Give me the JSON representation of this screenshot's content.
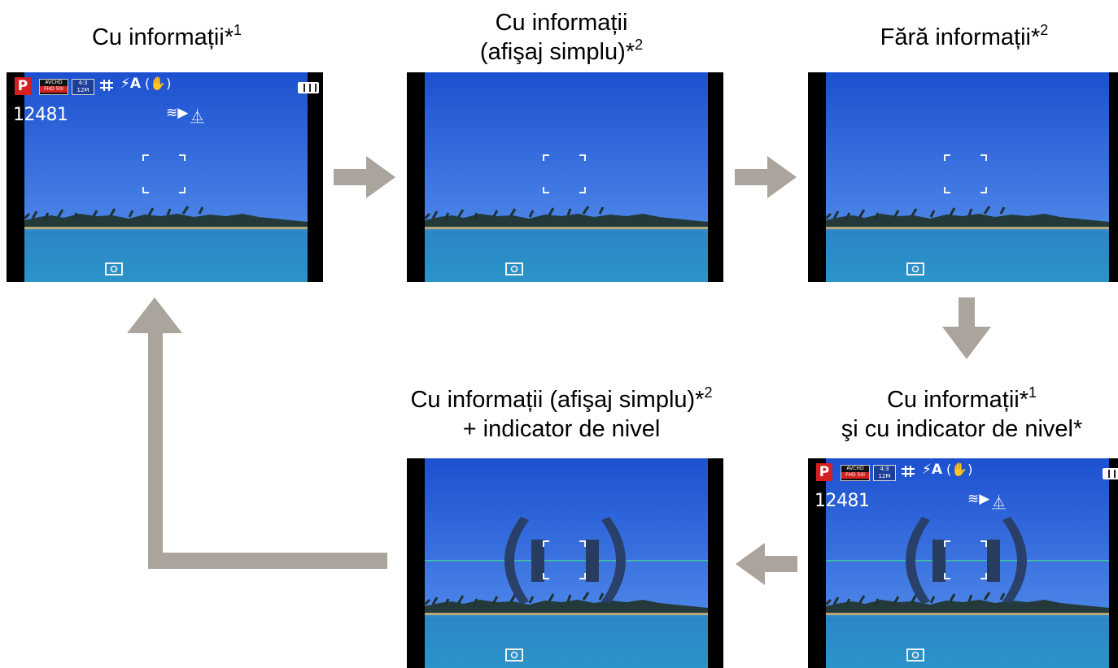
{
  "captions": {
    "c1": {
      "text": "Cu informații*",
      "sup": "1"
    },
    "c2": {
      "line1": "Cu informații",
      "line2": "(afişaj simplu)*",
      "sup": "2"
    },
    "c3": {
      "text": "Fără informații*",
      "sup": "2"
    },
    "c4": {
      "line1": "Cu informații*",
      "sup": "1",
      "line2": "şi cu indicator de nivel*"
    },
    "c5": {
      "line1": "Cu informații (afişaj simplu)*",
      "sup": "2",
      "line2": "+ indicator de nivel"
    }
  },
  "osd": {
    "mode": "P",
    "rec_format_top": "AVCHD",
    "rec_format_bottom": "FHD 50i",
    "aspect_top": "4:3",
    "aspect_bottom": "12M",
    "flash": "⚡A",
    "ois": "(✋)",
    "shots_remaining": "12481"
  },
  "colors": {
    "sky_top": "#1d55d6",
    "sky_bottom": "#6f9ff0",
    "sea": "#2f86cc",
    "arrow": "#aba49c",
    "level_line": "#3fc6a0",
    "level_bracket": "#283c60"
  }
}
